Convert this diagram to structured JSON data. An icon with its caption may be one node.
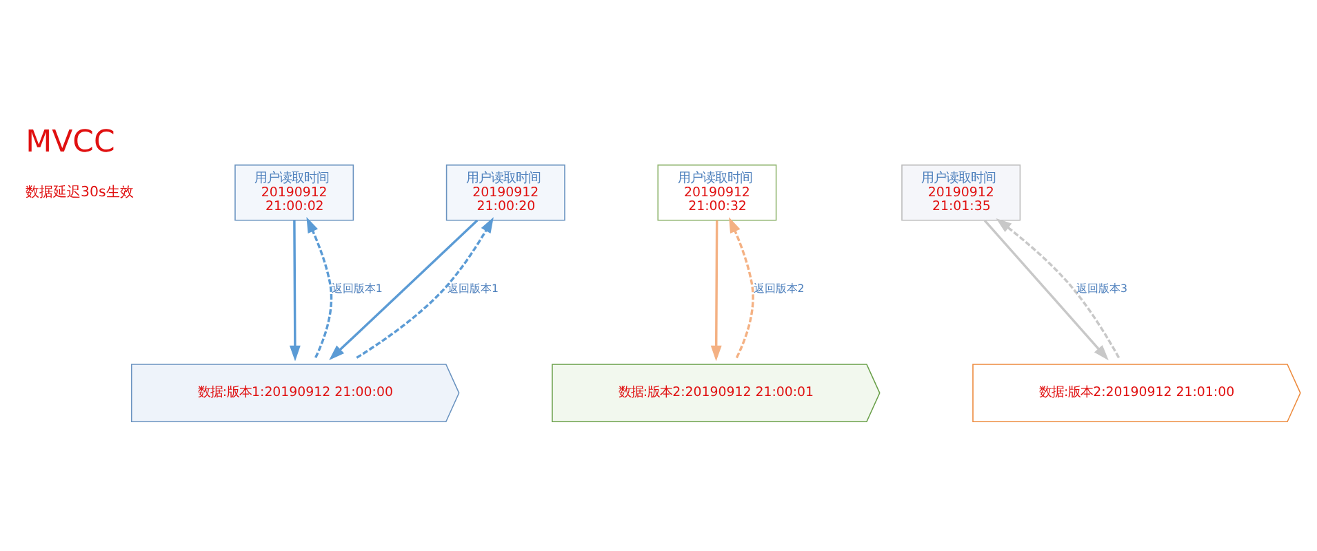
{
  "diagram": {
    "title": "MVCC",
    "nodes": [
      {
        "text": [
          "用户读取时间",
          "20190912",
          "21:00:02"
        ]
      },
      {
        "text": [
          "用户读取时间",
          "20190912",
          "21:00:20"
        ]
      },
      {
        "text": [
          "用户读取时间",
          "20190912",
          "21:00:32"
        ]
      },
      {
        "text": [
          "用户读取时间",
          "20190912",
          "21:01:35"
        ]
      },
      {
        "text": [
          "数据:版本1:20190912 21:00:00"
        ]
      },
      {
        "text": [
          "数据:版本2:20190912 21:00:01"
        ]
      },
      {
        "text": [
          "数据:版本2:20190912 21:01:00"
        ]
      }
    ],
    "edges": [
      {
        "from": 0,
        "to": 4,
        "arrow": "to"
      },
      {
        "from": 4,
        "to": 0,
        "arrow": "to",
        "style": "dashed",
        "label": "返回版本1"
      },
      {
        "from": 1,
        "to": 4,
        "arrow": "to"
      },
      {
        "from": 4,
        "to": 1,
        "arrow": "to",
        "style": "dashed",
        "label": "返回版本1"
      },
      {
        "from": 2,
        "to": 5,
        "arrow": "to",
        "color": "#f4b183"
      },
      {
        "from": 5,
        "to": 2,
        "arrow": "to",
        "style": "dashed",
        "color": "#f4b183",
        "label": "返回版本2"
      },
      {
        "from": 3,
        "to": 6,
        "arrow": "to",
        "color": "#c8c8c8"
      },
      {
        "from": 6,
        "to": 3,
        "arrow": "to",
        "style": "dashed",
        "color": "#c8c8c8",
        "label": "返回版本3"
      }
    ],
    "labels": [
      "数据延迟30s生效"
    ]
  }
}
